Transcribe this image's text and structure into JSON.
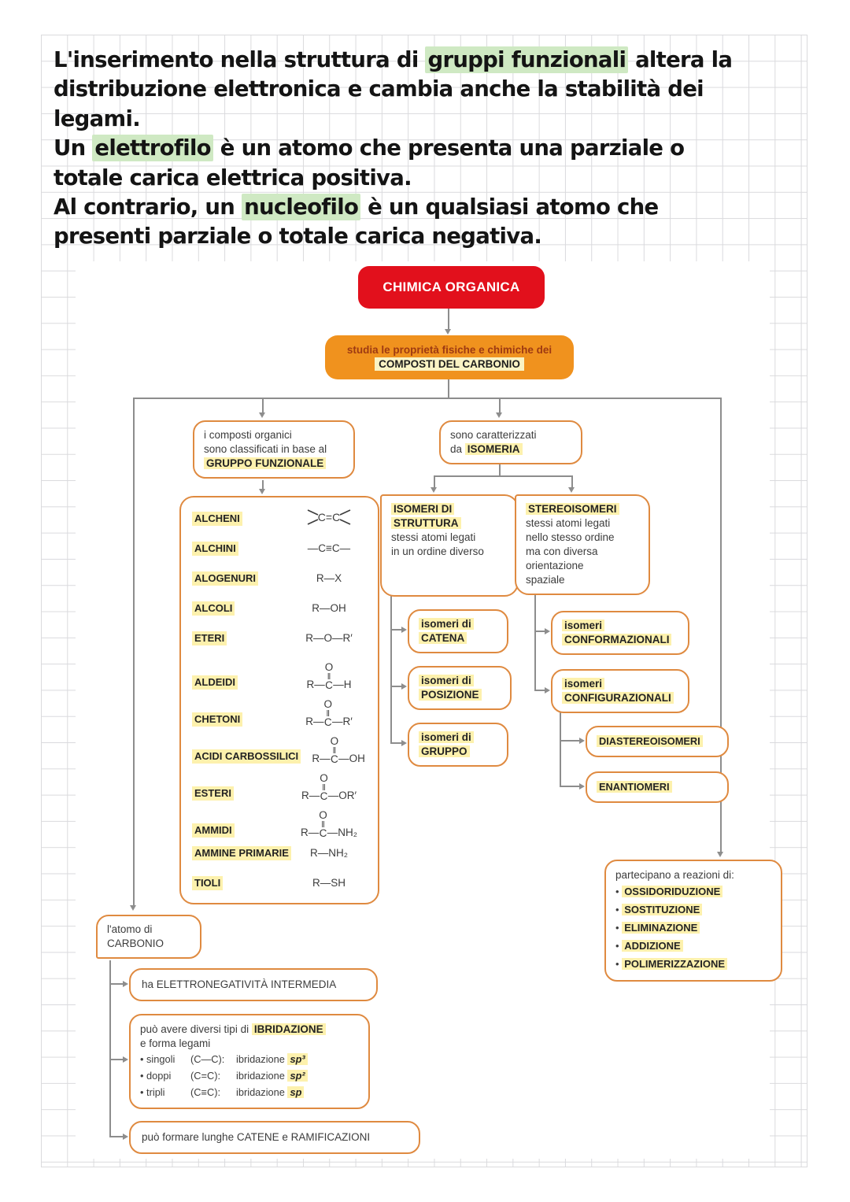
{
  "intro": {
    "lines": [
      {
        "pre": "L'inserimento nella struttura di ",
        "hl": "gruppi funzionali",
        "post": " altera la"
      },
      {
        "pre": "distribuzione elettronica e cambia anche la stabilità dei"
      },
      {
        "pre": "legami."
      },
      {
        "pre": "Un ",
        "hl": "elettrofilo",
        "post": " è un atomo che presenta una parziale o"
      },
      {
        "pre": "totale carica elettrica positiva."
      },
      {
        "pre": "Al contrario, un ",
        "hl": "nucleofilo",
        "post": " è un qualsiasi atomo che"
      },
      {
        "pre": "presenti parziale o totale carica negativa."
      }
    ]
  },
  "chart": {
    "root": "CHIMICA ORGANICA",
    "studies": {
      "line1": "studia le proprietà fisiche e chimiche dei",
      "line2": "COMPOSTI DEL CARBONIO"
    },
    "classification": {
      "line1": "i composti organici",
      "line2": "sono classificati in base al",
      "hl": "GRUPPO FUNZIONALE"
    },
    "groups": {
      "items": [
        {
          "label": "ALCHENI",
          "formula": {
            "kind": "alkene",
            "text": "C=C"
          }
        },
        {
          "label": "ALCHINI",
          "formula": {
            "kind": "text",
            "text": "—C≡C—"
          }
        },
        {
          "label": "ALOGENURI",
          "formula": {
            "kind": "text",
            "text": "R—X"
          }
        },
        {
          "label": "ALCOLI",
          "formula": {
            "kind": "text",
            "text": "R—OH"
          }
        },
        {
          "label": "ETERI",
          "formula": {
            "kind": "text",
            "text": "R—O—R′"
          }
        },
        {
          "label": "ALDEIDI",
          "formula": {
            "kind": "carbonyl",
            "left": "R—",
            "top": "O",
            "bond": "‖",
            "c": "C",
            "right": "—H"
          }
        },
        {
          "label": "CHETONI",
          "formula": {
            "kind": "carbonyl",
            "left": "R—",
            "top": "O",
            "bond": "‖",
            "c": "C",
            "right": "—R′"
          }
        },
        {
          "label": "ACIDI CARBOSSILICI",
          "formula": {
            "kind": "carbonyl",
            "left": "R—",
            "top": "O",
            "bond": "‖",
            "c": "C",
            "right": "—OH"
          }
        },
        {
          "label": "ESTERI",
          "formula": {
            "kind": "carbonyl",
            "left": "R—",
            "top": "O",
            "bond": "‖",
            "c": "C",
            "right": "—OR′"
          }
        },
        {
          "label": "AMMIDI",
          "formula": {
            "kind": "carbonyl",
            "left": "R—",
            "top": "O",
            "bond": "‖",
            "c": "C",
            "right": "—NH₂"
          }
        },
        {
          "label": "AMMINE PRIMARIE",
          "formula": {
            "kind": "text",
            "text": "R—NH₂"
          }
        },
        {
          "label": "TIOLI",
          "formula": {
            "kind": "text",
            "text": "R—SH"
          }
        }
      ]
    },
    "isomeria": {
      "line1": "sono caratterizzati",
      "pre2": "da ",
      "hl2": "ISOMERIA"
    },
    "struttura": {
      "hl1": "ISOMERI DI",
      "hl2": "STRUTTURA",
      "desc": [
        "stessi atomi legati",
        "in un ordine diverso"
      ]
    },
    "stereo": {
      "hl": "STEREOISOMERI",
      "desc": [
        "stessi atomi legati",
        "nello stesso ordine",
        "ma con diversa",
        "orientazione",
        "spaziale"
      ]
    },
    "catena": {
      "l1": "isomeri di",
      "l2": "CATENA"
    },
    "posizione": {
      "l1": "isomeri di",
      "l2": "POSIZIONE"
    },
    "gruppo": {
      "l1": "isomeri di",
      "l2": "GRUPPO"
    },
    "conformazionali": {
      "l1": "isomeri",
      "l2": "CONFORMAZIONALI"
    },
    "configurazionali": {
      "l1": "isomeri",
      "l2": "CONFIGURAZIONALI"
    },
    "diastereoisomeri": "DIASTEREOISOMERI",
    "enantiomeri": "ENANTIOMERI",
    "reactions": {
      "title": "partecipano a reazioni di:",
      "bullet": "•",
      "items": [
        "OSSIDORIDUZIONE",
        "SOSTITUZIONE",
        "ELIMINAZIONE",
        "ADDIZIONE",
        "POLIMERIZZAZIONE"
      ]
    },
    "carbon": {
      "l1": "l'atomo di",
      "l2": "CARBONIO"
    },
    "electro": "ha ELETTRONEGATIVITÀ INTERMEDIA",
    "hybrid": {
      "title_pre": "può avere diversi tipi di ",
      "title_hl": "IBRIDAZIONE",
      "line2": "e forma legami",
      "bullets": [
        {
          "name": "• singoli",
          "bond": "(C—C):",
          "pre": "ibridazione ",
          "sp": "sp³"
        },
        {
          "name": "• doppi",
          "bond": "(C=C):",
          "pre": "ibridazione ",
          "sp": "sp²"
        },
        {
          "name": "• tripli",
          "bond": "(C≡C):",
          "pre": "ibridazione ",
          "sp": "sp"
        }
      ]
    },
    "chains": "può formare lunghe CATENE e RAMIFICAZIONI"
  },
  "colors": {
    "red_root": "#e2101c",
    "orange_box": "#f0921e",
    "node_border": "#df8a40",
    "yellow_highlight": "#fdf1ad",
    "green_highlight": "#cfe9c3",
    "connector": "#8d8d8d"
  }
}
